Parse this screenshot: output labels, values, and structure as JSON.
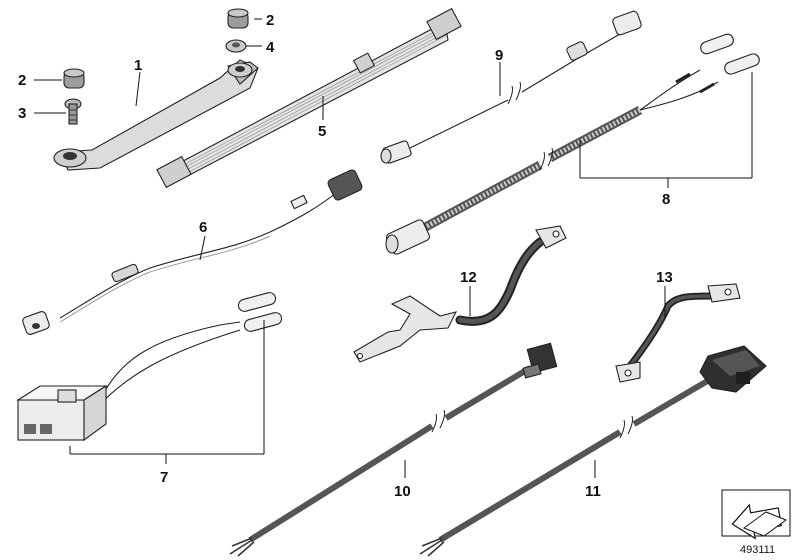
{
  "callouts": {
    "c1": "1",
    "c2a": "2",
    "c2b": "2",
    "c3": "3",
    "c4": "4",
    "c5": "5",
    "c6": "6",
    "c7": "7",
    "c8": "8",
    "c9": "9",
    "c10": "10",
    "c11": "11",
    "c12": "12",
    "c13": "13"
  },
  "reference_number": "493111",
  "colors": {
    "line": "#222222",
    "part_fill_light": "#d9d9d9",
    "part_fill_mid": "#9a9a9a",
    "cable_dark": "#4a4a4a",
    "cable_grey": "#6b6b6b",
    "connector_dark": "#2a2a2a"
  },
  "icons": {
    "orientation": "arrow-down-left-icon"
  }
}
